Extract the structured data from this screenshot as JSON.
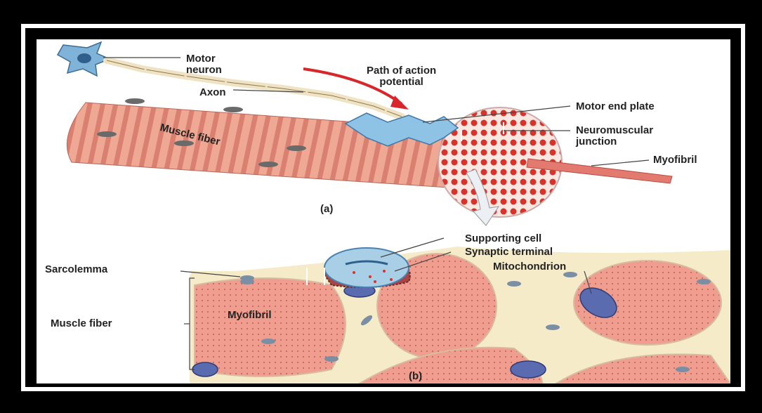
{
  "diagram": {
    "labels": {
      "motor_neuron": "Motor\nneuron",
      "path_of_action_potential": "Path of action\npotential",
      "axon": "Axon",
      "muscle_fiber_top": "Muscle fiber",
      "motor_end_plate": "Motor end plate",
      "neuromuscular_junction": "Neuromuscular\njunction",
      "myofibril_top": "Myofibril",
      "part_a": "(a)",
      "supporting_cell": "Supporting cell",
      "synaptic_terminal": "Synaptic terminal",
      "sarcolemma": "Sarcolemma",
      "mitochondrion": "Mitochondrion",
      "muscle_fiber_bottom": "Muscle fiber",
      "myofibril_bottom": "Myofibril",
      "part_b": "(b)"
    },
    "colors": {
      "background_frame": "#000000",
      "panel": "#ffffff",
      "muscle_fiber": "#e9a28f",
      "stripe": "#d98373",
      "myofibril_dots": "#d8322a",
      "neuron": "#7fb3d8",
      "axon_sheath": "#efe3c4",
      "arrow": "#d9262a",
      "sarcoplasm": "#f6ebc8",
      "mitochondrion": "#5a6bb0"
    }
  }
}
